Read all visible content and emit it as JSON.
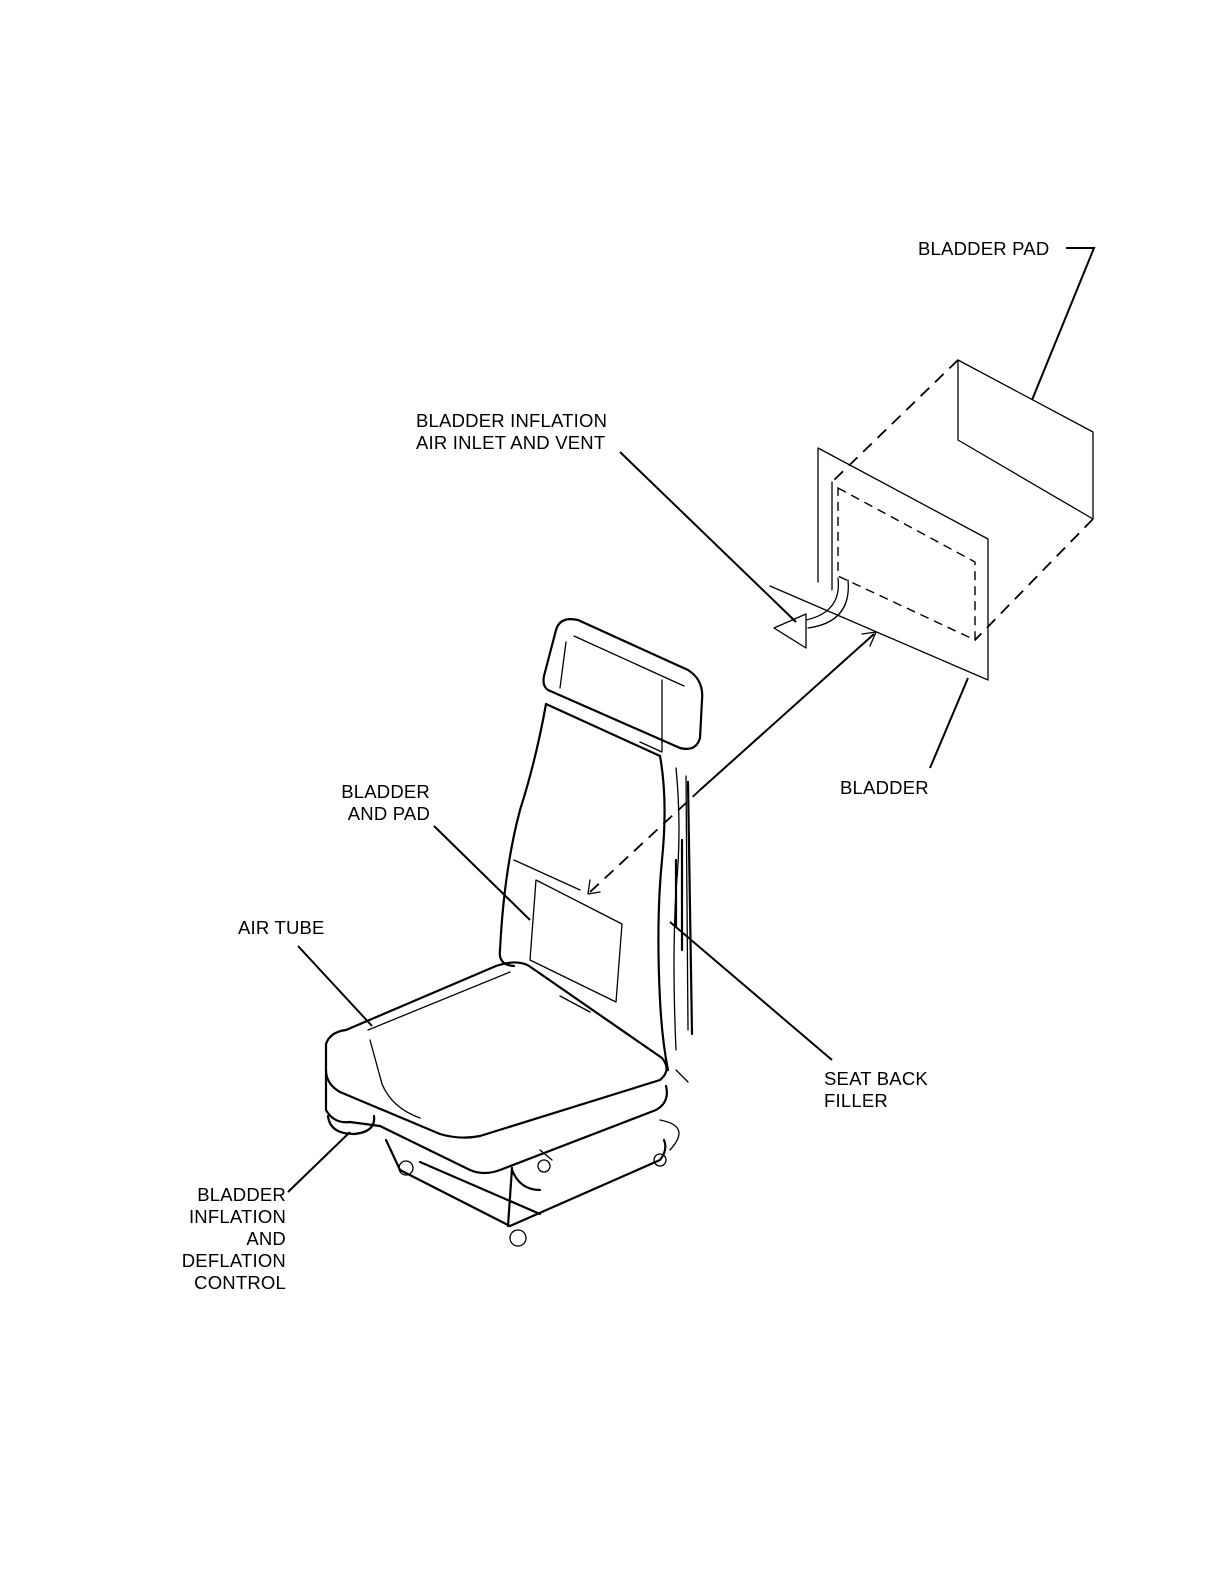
{
  "labels": {
    "bladder_pad": "BLADDER PAD",
    "inlet": [
      "BLADDER INFLATION",
      "AIR INLET AND VENT"
    ],
    "bladder": "BLADDER",
    "bladder_and_pad": [
      "BLADDER",
      "AND PAD"
    ],
    "air_tube": "AIR TUBE",
    "seat_back_filler": [
      "SEAT BACK",
      "FILLER"
    ],
    "control": [
      "BLADDER",
      "INFLATION",
      "AND",
      "DEFLATION",
      "CONTROL"
    ]
  },
  "colors": {
    "line": "#000000",
    "background": "#ffffff"
  }
}
